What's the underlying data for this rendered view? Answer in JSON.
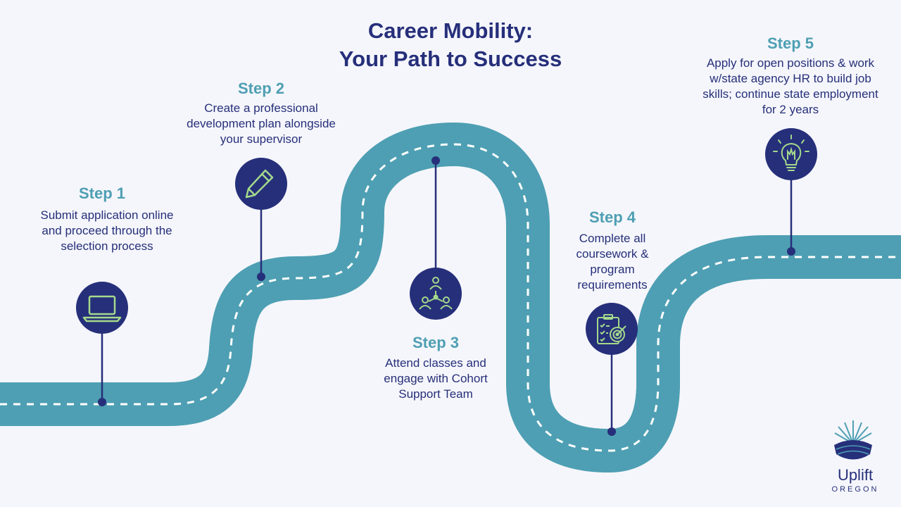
{
  "title": {
    "line1": "Career Mobility:",
    "line2": "Your Path to Success"
  },
  "steps": [
    {
      "label": "Step 1",
      "description": "Submit application online and proceed through the selection process",
      "icon": "laptop-icon"
    },
    {
      "label": "Step 2",
      "description": "Create a professional development plan alongside your supervisor",
      "icon": "pencil-icon"
    },
    {
      "label": "Step 3",
      "description": "Attend classes and engage with Cohort Support Team",
      "icon": "people-network-icon"
    },
    {
      "label": "Step 4",
      "description": "Complete all coursework & program requirements",
      "icon": "checklist-target-icon"
    },
    {
      "label": "Step 5",
      "description": "Apply for open positions & work w/state agency HR  to build job skills; continue state employment for 2 years",
      "icon": "lightbulb-icon"
    }
  ],
  "logo": {
    "name": "Uplift",
    "sub": "OREGON"
  },
  "colors": {
    "road": "#4e9fb3",
    "navy": "#262f7a",
    "icon_green": "#a4d98c",
    "background": "#f5f6fb"
  }
}
